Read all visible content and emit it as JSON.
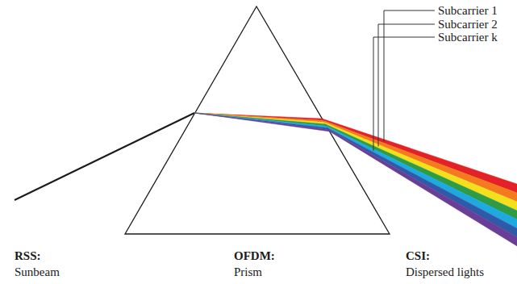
{
  "diagram": {
    "labels": [
      "Subcarrier 1",
      "Subcarrier 2",
      "Subcarrier k",
      "RSS:",
      "Sunbeam",
      "OFDM:",
      "Prism",
      "CSI:",
      "Dispersed lights"
    ]
  }
}
